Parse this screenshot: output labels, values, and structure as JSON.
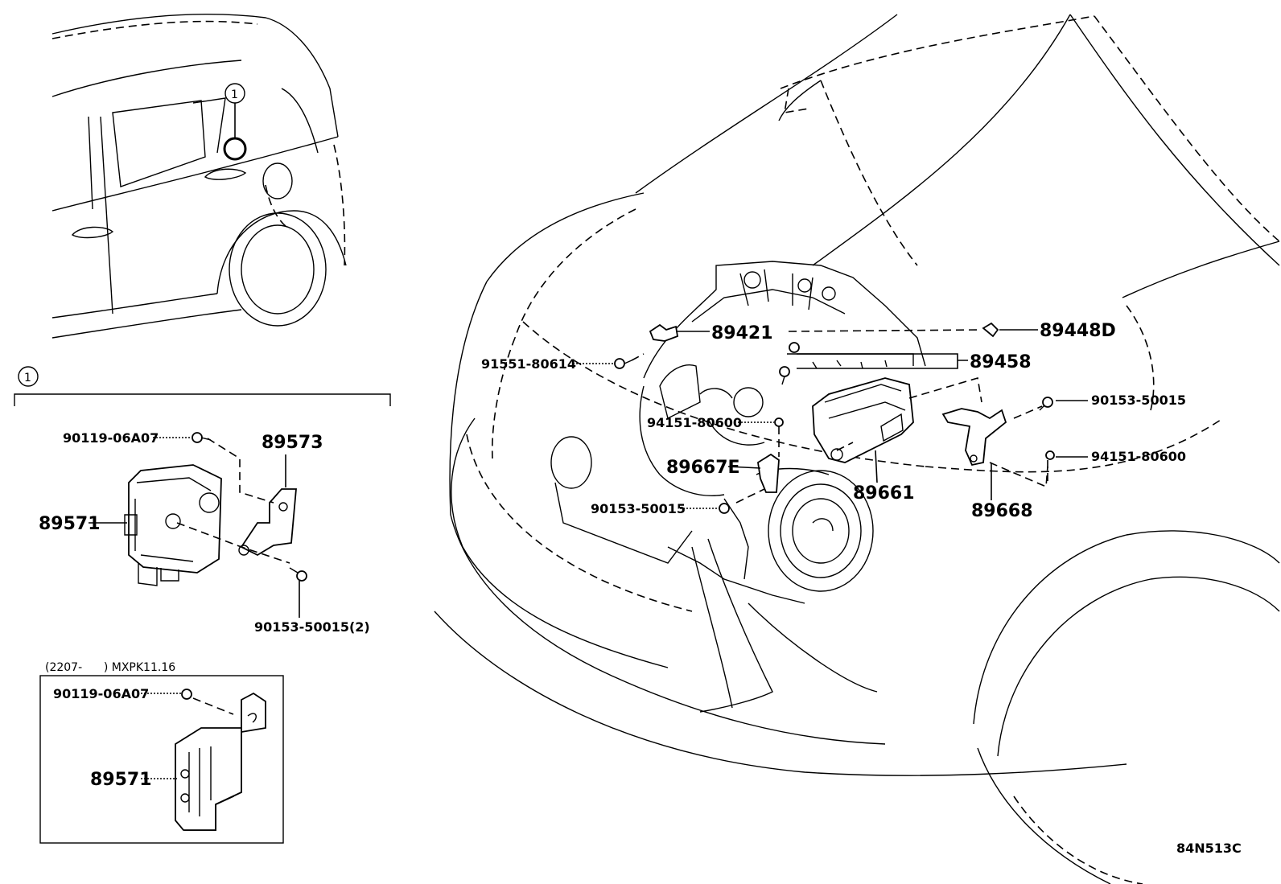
{
  "callout_marker": "1",
  "parts": {
    "p89421": "89421",
    "p89448d": "89448D",
    "p89458": "89458",
    "p91551_80614": "91551-80614",
    "p94151_80600_center": "94151-80600",
    "p89667e": "89667E",
    "p89661": "89661",
    "p90153_50015_center": "90153-50015",
    "p90153_50015_right": "90153-50015",
    "p94151_80600_right": "94151-80600",
    "p89668": "89668",
    "p90119_06a07": "90119-06A07",
    "p89573": "89573",
    "p89571": "89571",
    "p90153_50015_2": "90153-50015(2)"
  },
  "inset": {
    "title": "(2207-      ) MXPK11.16",
    "p90119_06a07": "90119-06A07",
    "p89571": "89571"
  },
  "diagram_id": "84N513C"
}
